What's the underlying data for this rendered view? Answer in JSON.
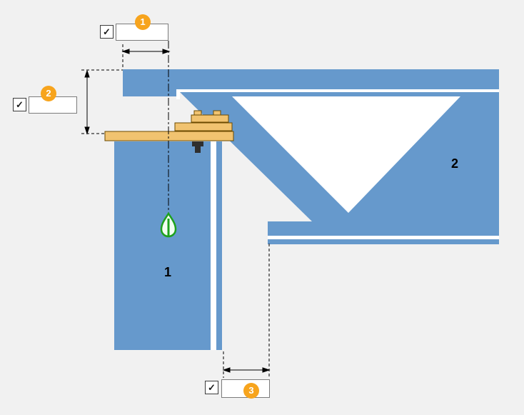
{
  "icons": {
    "check": "✓"
  },
  "fields": {
    "f1": {
      "badge": "1",
      "value": "",
      "checked": true
    },
    "f2": {
      "badge": "2",
      "value": "",
      "checked": true
    },
    "f3": {
      "badge": "3",
      "value": "",
      "checked": true
    }
  },
  "diagram": {
    "part1_label": "1",
    "part2_label": "2"
  },
  "colors": {
    "background": "#f1f1f1",
    "steel": "#6699cc",
    "white": "#ffffff",
    "plate": "#f1c370",
    "plate_border": "#6b4a00",
    "bolt": "#2f2f2f",
    "badge": "#f7a41d",
    "symbol_green": "#1da11d",
    "dimension": "#000000"
  }
}
